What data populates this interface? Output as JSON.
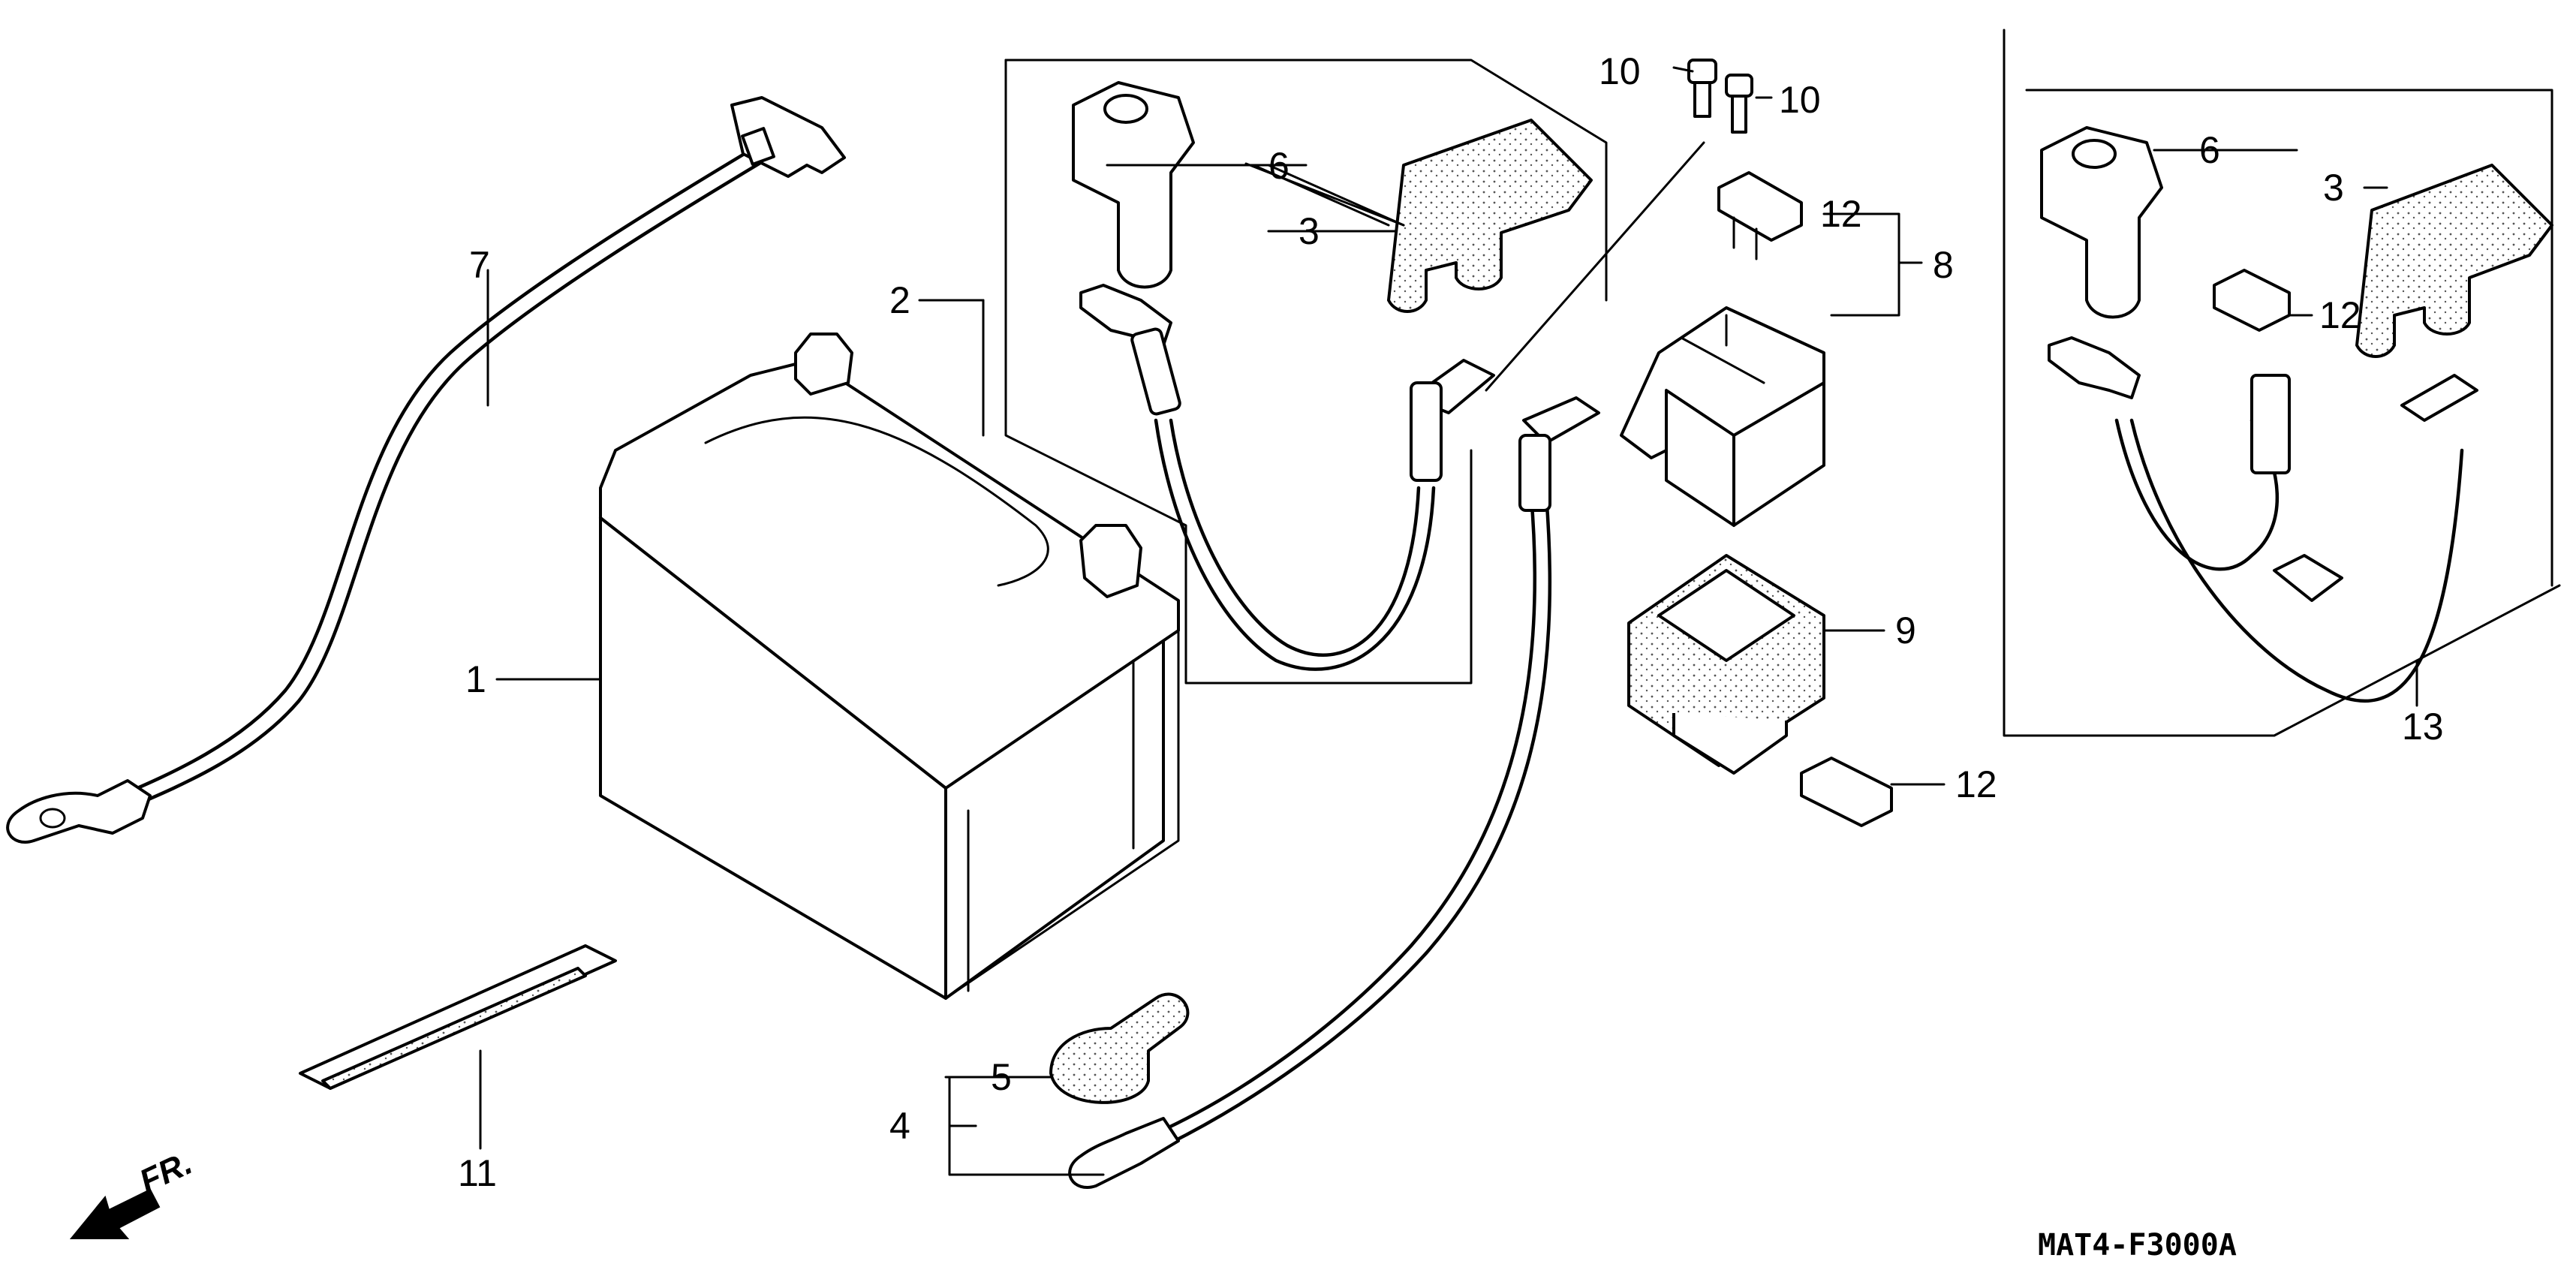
{
  "diagram_code": "MAT4-F3000A",
  "direction_label": "FR.",
  "callouts": {
    "c1": "1",
    "c2": "2",
    "c3a": "3",
    "c3b": "3",
    "c4": "4",
    "c5": "5",
    "c6a": "6",
    "c6b": "6",
    "c7": "7",
    "c8": "8",
    "c9": "9",
    "c10a": "10",
    "c10b": "10",
    "c11": "11",
    "c12a": "12",
    "c12b": "12",
    "c12c": "12",
    "c13": "13"
  }
}
